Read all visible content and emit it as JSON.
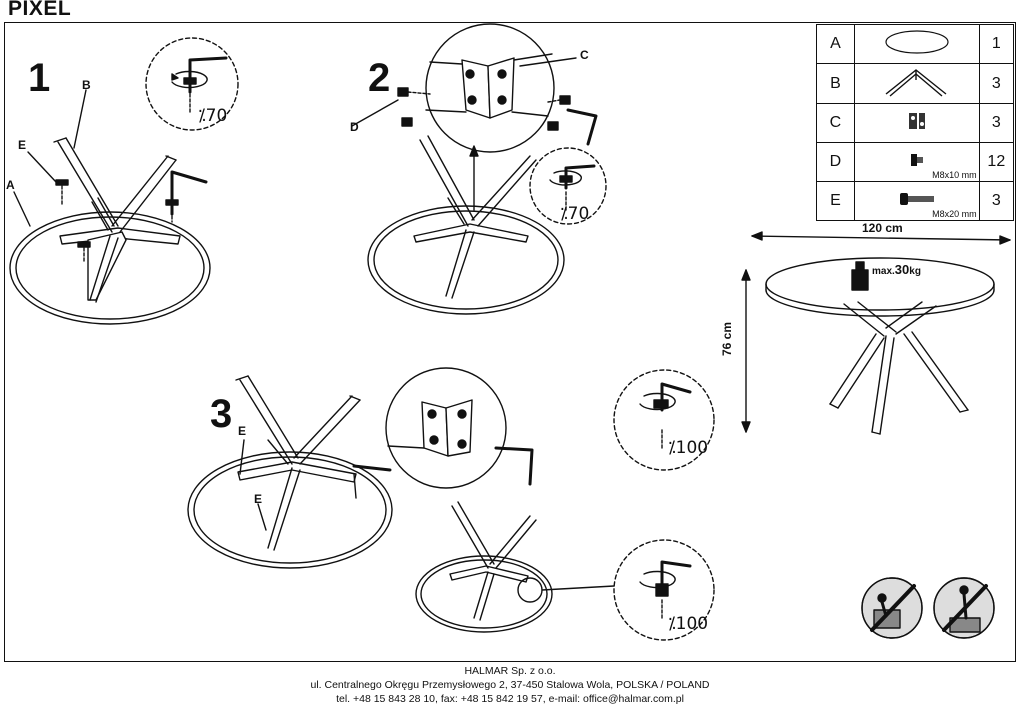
{
  "header": {
    "title": "PIXEL"
  },
  "steps": [
    "1",
    "2",
    "3"
  ],
  "callouts": {
    "a": "A",
    "b": "B",
    "c": "C",
    "d": "D",
    "e": "E"
  },
  "torque": {
    "step1": "70",
    "step2": "70",
    "right_top": "100",
    "right_bottom": "100"
  },
  "dimensions": {
    "width": "120 cm",
    "height": "76 cm"
  },
  "load": {
    "prefix": "max.",
    "value": "30",
    "unit": "kg"
  },
  "parts": [
    {
      "code": "A",
      "icon": "tabletop-icon",
      "spec": "",
      "qty": "1"
    },
    {
      "code": "B",
      "icon": "leg-icon",
      "spec": "",
      "qty": "3"
    },
    {
      "code": "C",
      "icon": "bracket-icon",
      "spec": "",
      "qty": "3"
    },
    {
      "code": "D",
      "icon": "screw-short-icon",
      "spec": "M8x10 mm",
      "qty": "12"
    },
    {
      "code": "E",
      "icon": "screw-long-icon",
      "spec": "M8x20 mm",
      "qty": "3"
    }
  ],
  "footer": {
    "line1": "HALMAR Sp. z o.o.",
    "line2": "ul. Centralnego Okręgu Przemysłowego 2, 37-450 Stalowa Wola, POLSKA / POLAND",
    "line3": "tel. +48 15 843 28 10, fax: +48 15 842 19 57, e-mail: office@halmar.com.pl"
  },
  "colors": {
    "line": "#111111",
    "background": "#ffffff"
  }
}
